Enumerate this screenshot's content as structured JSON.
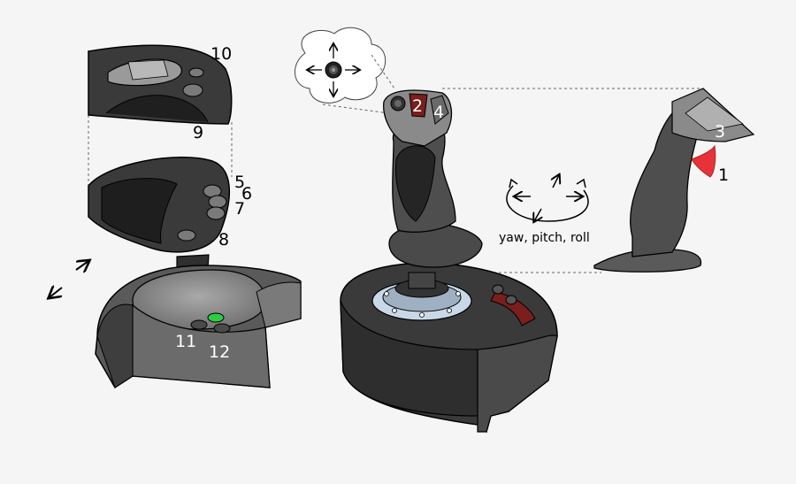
{
  "callouts": {
    "n1": "1",
    "n2": "2",
    "n3": "3",
    "n4": "4",
    "n5": "5",
    "n6": "6",
    "n7": "7",
    "n8": "8",
    "n9": "9",
    "n10": "10",
    "n11": "11",
    "n12": "12"
  },
  "motion_caption": "yaw, pitch, roll",
  "colors": {
    "body_dark": "#3a3a3a",
    "body_mid": "#555555",
    "grip_light": "#8a8a8a",
    "trigger_red": "#e8323a",
    "button_green": "#2ecc40",
    "ring_blue": "#c9d8e8",
    "button_maroon": "#7a1e1e"
  },
  "icons": {
    "hat_switch": "hat-switch-icon",
    "four_way_arrows": "four-way-arrows-icon",
    "rotation_arrows": "rotation-arrows-icon",
    "throttle_arrows": "throttle-arrows-icon"
  }
}
